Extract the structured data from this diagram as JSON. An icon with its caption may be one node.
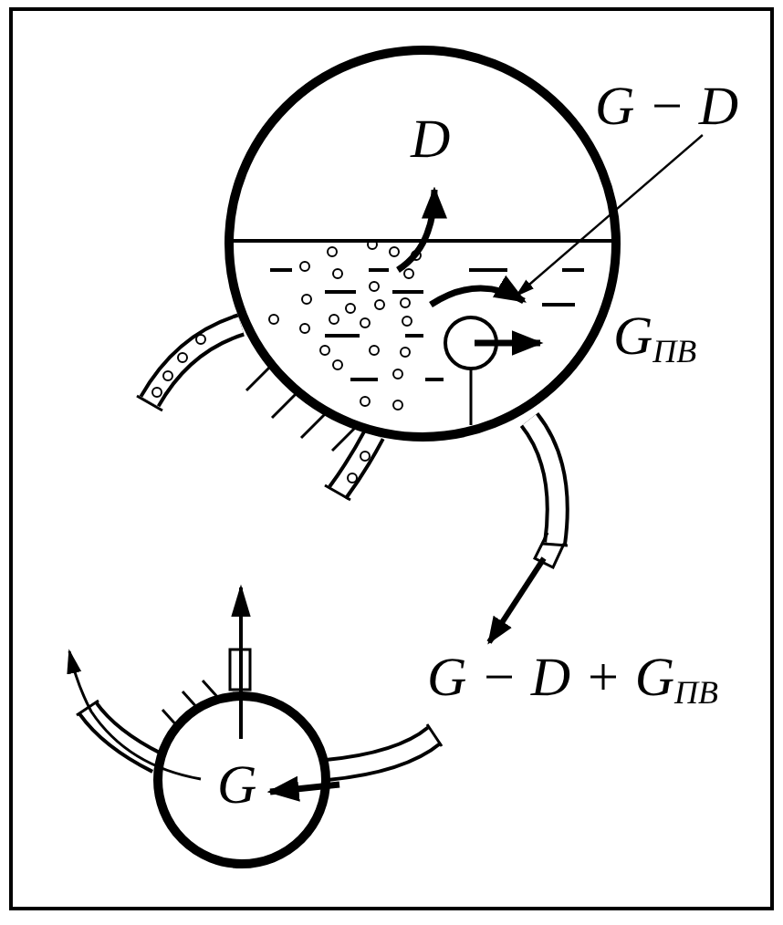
{
  "diagram": {
    "nodes": [
      {
        "text": [],
        "shape": "circle"
      },
      {
        "text": [
          "G"
        ]
      },
      {
        "text": [
          "G − D"
        ]
      }
    ],
    "edges": [
      {
        "from": 2,
        "to": 0,
        "arrow": "to"
      }
    ],
    "labels": [
      "D",
      "G$_{ПВ}$",
      "G − D + G$_{ПВ}$"
    ]
  }
}
